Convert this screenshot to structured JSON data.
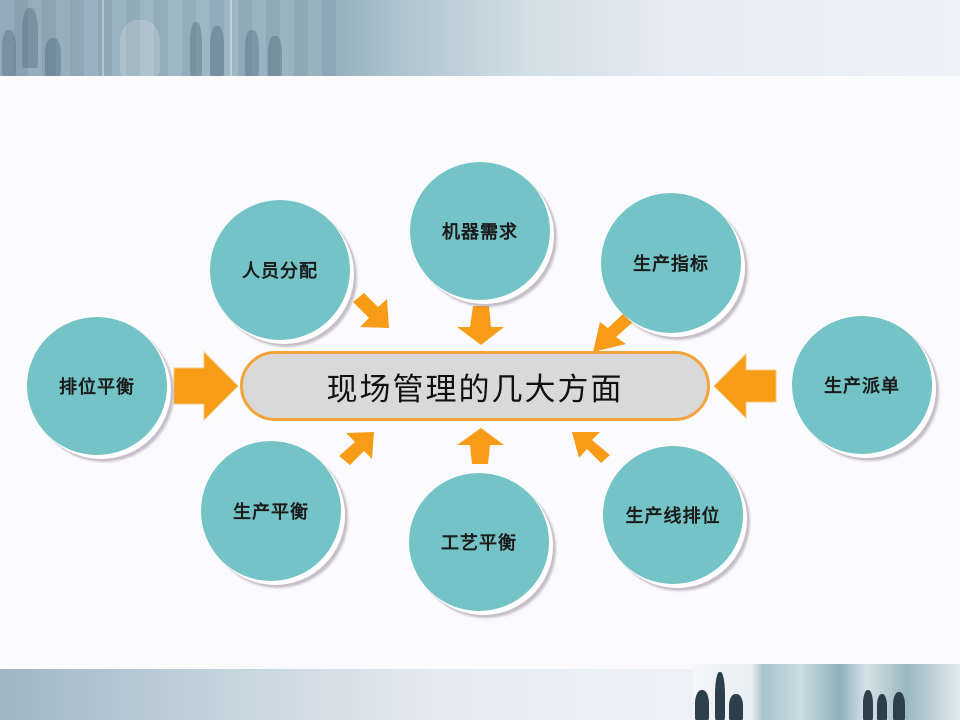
{
  "slide": {
    "title": "现场管理的几大方面",
    "colors": {
      "node_fill": "#74c3c6",
      "hub_fill": "#d9d9d9",
      "hub_border": "#f2a43a",
      "arrow": "#f89b17",
      "background": "#fbfbfd"
    },
    "nodes": [
      {
        "id": "paiwei",
        "label": "排位平衡"
      },
      {
        "id": "renyuan",
        "label": "人员分配"
      },
      {
        "id": "jiqi",
        "label": "机器需求"
      },
      {
        "id": "zhibiao",
        "label": "生产指标"
      },
      {
        "id": "paidan",
        "label": "生产派单"
      },
      {
        "id": "shengchan_pingheng",
        "label": "生产平衡"
      },
      {
        "id": "gongyi",
        "label": "工艺平衡"
      },
      {
        "id": "chanxian",
        "label": "生产线排位"
      }
    ]
  }
}
